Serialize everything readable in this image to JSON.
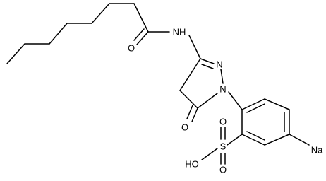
{
  "molecule": {
    "atoms": {
      "nh": "NH",
      "carbonyl_o": "O",
      "ring_n_top": "N",
      "ring_n_bottom": "N",
      "ring_keto_o": "O",
      "sulfonyl_s": "S",
      "sulfonyl_o_left": "O",
      "sulfonyl_o_right": "O",
      "hydroxyl": "HO",
      "sodium": "Na"
    }
  },
  "colors": {
    "bond": "#000000",
    "label": "#000000",
    "background": "#ffffff"
  }
}
